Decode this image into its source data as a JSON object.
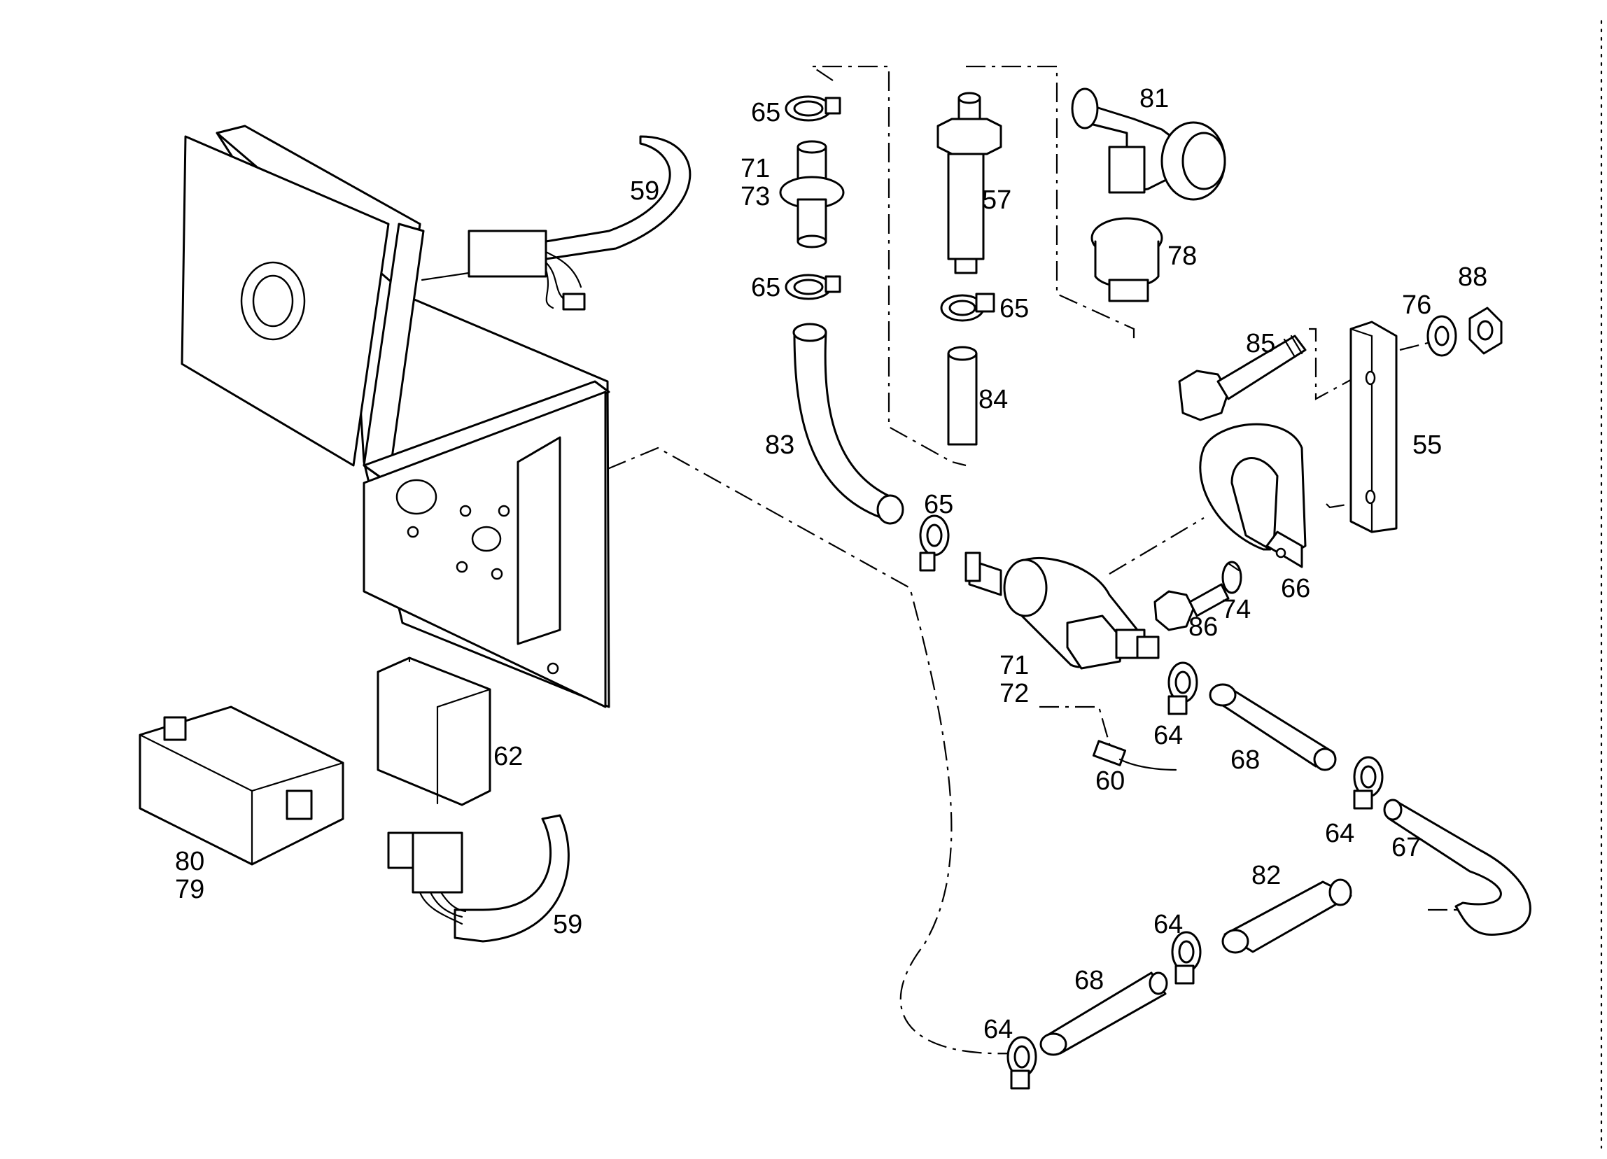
{
  "callouts": {
    "c59a": "59",
    "c59b": "59",
    "c65a": "65",
    "c65b": "65",
    "c65c": "65",
    "c65d": "65",
    "c71a": "71",
    "c73": "73",
    "c57": "57",
    "c81": "81",
    "c78": "78",
    "c84": "84",
    "c83": "83",
    "c85": "85",
    "c76": "76",
    "c88": "88",
    "c55": "55",
    "c66": "66",
    "c74": "74",
    "c86": "86",
    "c71b": "71",
    "c72": "72",
    "c64a": "64",
    "c64b": "64",
    "c64c": "64",
    "c64d": "64",
    "c68a": "68",
    "c68b": "68",
    "c60": "60",
    "c67": "67",
    "c82": "82",
    "c62": "62",
    "c80": "80",
    "c79": "79"
  }
}
